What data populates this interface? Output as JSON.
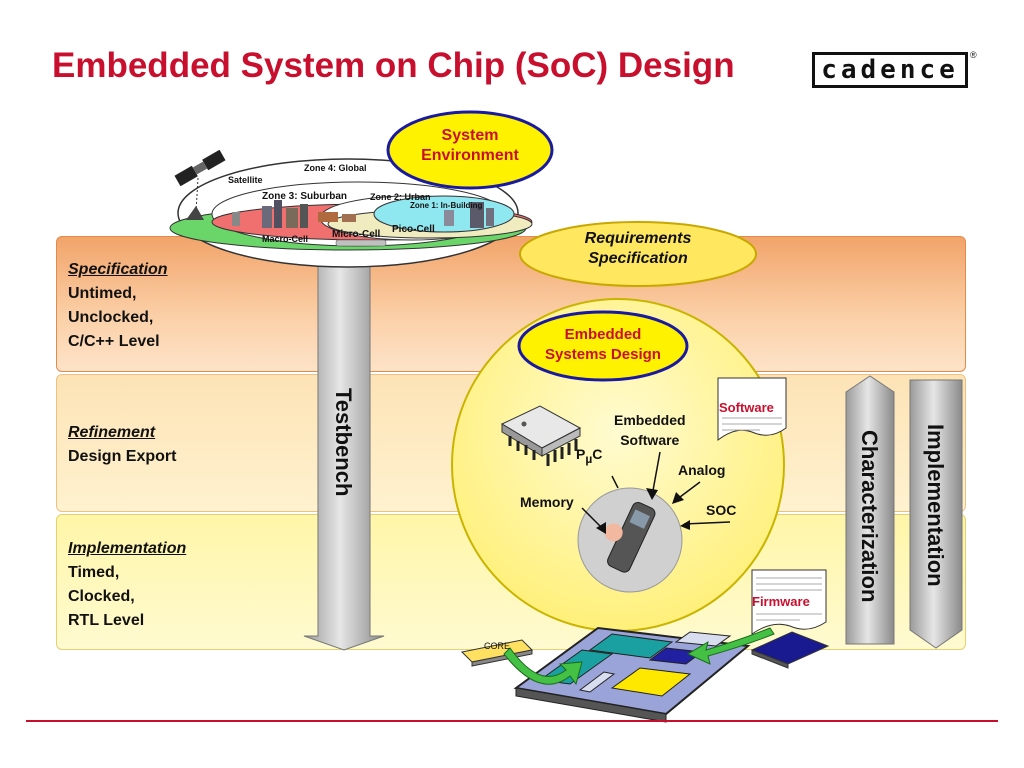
{
  "title": "Embedded System on Chip (SoC) Design",
  "logo": {
    "text": "cadence",
    "registered": "®"
  },
  "levels": {
    "specification": {
      "heading": "Specification",
      "lines": [
        "Untimed,",
        "Unclocked,",
        "C/C++ Level"
      ]
    },
    "refinement": {
      "heading": "Refinement",
      "lines": [
        "Design Export"
      ]
    },
    "implementation": {
      "heading": "Implementation",
      "lines": [
        "Timed,",
        "Clocked,",
        "RTL Level"
      ]
    }
  },
  "arrows": {
    "testbench": "Testbench",
    "characterization": "Characterization",
    "implementation": "Implementation"
  },
  "bubbles": {
    "system_environment": [
      "System",
      "Environment"
    ],
    "requirements": [
      "Requirements",
      "Specification"
    ],
    "embedded_systems_design": [
      "Embedded",
      "Systems Design"
    ]
  },
  "zones": {
    "zone4": "Zone 4: Global",
    "satellite": "Satellite",
    "zone3": "Zone 3: Suburban",
    "zone2": "Zone 2: Urban",
    "zone1": "Zone 1: In-Building",
    "macro": "Macro-Cell",
    "micro": "Micro-Cell",
    "pico": "Pico-Cell"
  },
  "components": {
    "software_doc": "Software",
    "embedded_software": [
      "Embedded",
      "Software"
    ],
    "puc_p": "P",
    "puc_mu": "µ",
    "puc_c": "C",
    "analog": "Analog",
    "memory": "Memory",
    "soc": "SOC",
    "firmware_doc": "Firmware",
    "core": "CORE"
  },
  "colors": {
    "title_red": "#c8102e",
    "bubble_yellow": "#fff200",
    "bubble_border": "#1a1aa0",
    "label_red": "#c8102e"
  }
}
